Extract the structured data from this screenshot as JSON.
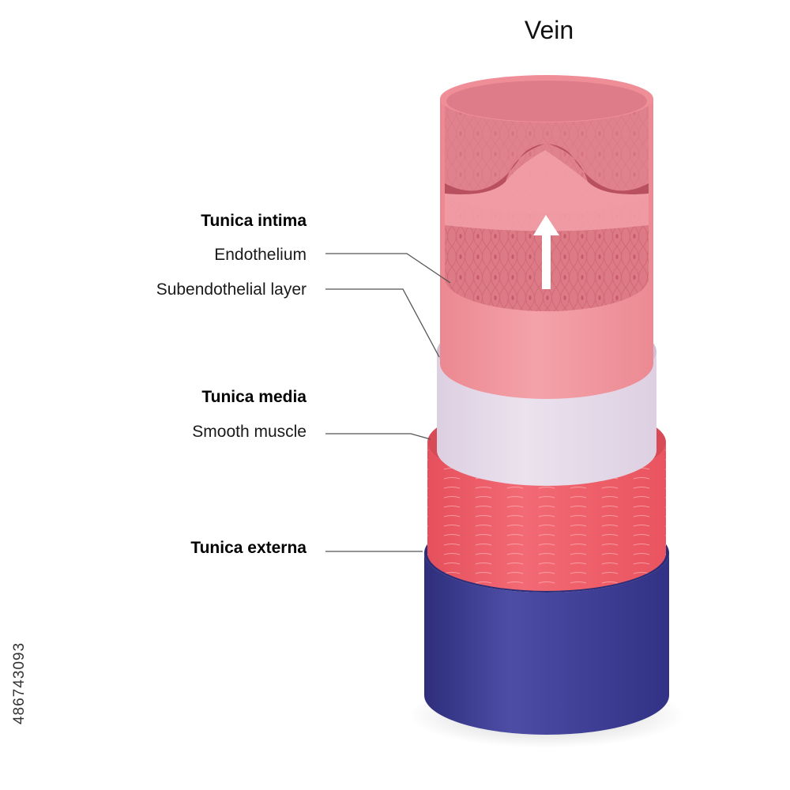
{
  "title": "Vein",
  "labels": {
    "tunica_intima": "Tunica intima",
    "endothelium": "Endothelium",
    "subendothelial": "Subendothelial layer",
    "tunica_media": "Tunica media",
    "smooth_muscle": "Smooth muscle",
    "tunica_externa": "Tunica externa"
  },
  "image_id": "486743093",
  "colors": {
    "externa": "#3a3a8f",
    "media": "#ee5c68",
    "subendothelial": "#e2d6e6",
    "intima": "#ef8f98",
    "arrow": "#ffffff"
  },
  "flow_direction": "up"
}
